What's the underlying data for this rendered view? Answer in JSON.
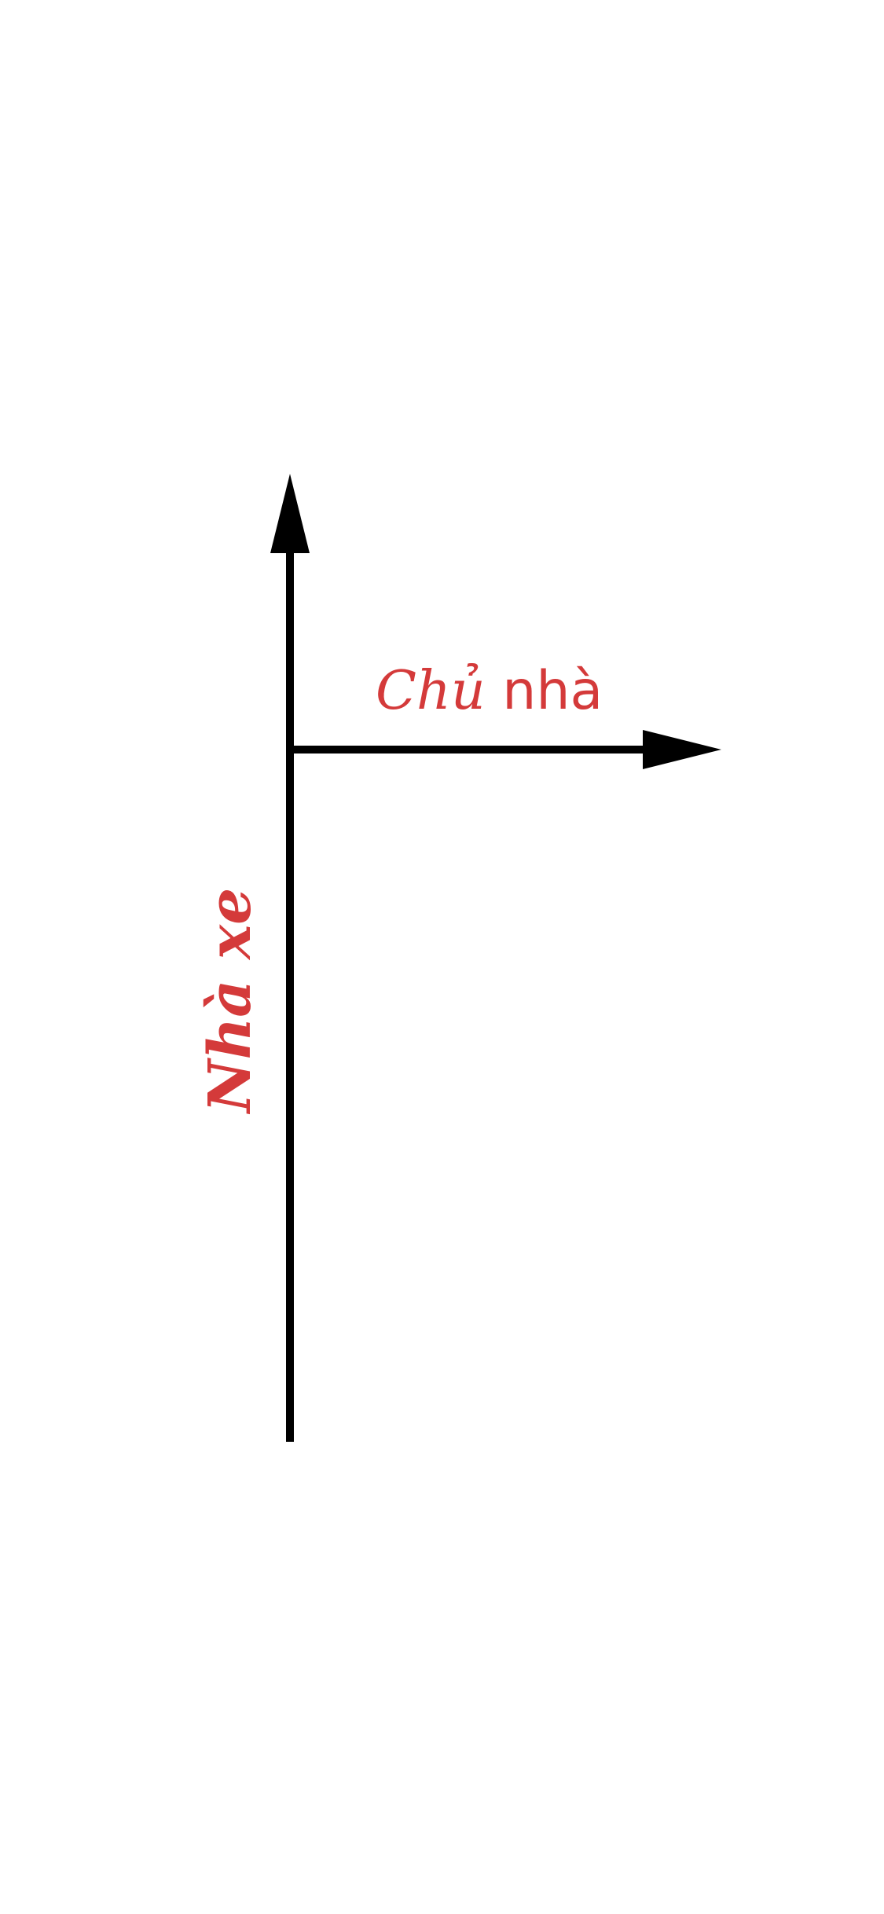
{
  "diagram": {
    "horizontal_label": {
      "part1": "Chủ",
      "part2": "nhà"
    },
    "vertical_label": "Nhà xe",
    "colors": {
      "label": "#D43A3A",
      "axis": "#000000",
      "background": "#FFFFFF"
    }
  }
}
